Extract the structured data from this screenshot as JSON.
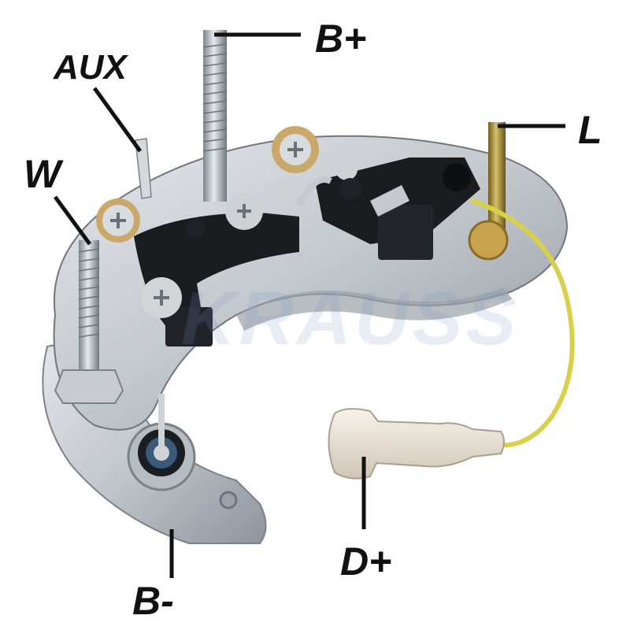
{
  "photo": {
    "subject": "alternator rectifier bridge",
    "colors": {
      "metal_plate": "#c7cbd0",
      "metal_shadow": "#8a9096",
      "black_insulator": "#1a1c20",
      "brass_stud": "#b49a3a",
      "yellow_wire": "#d8d04a",
      "connector": "#ece6da",
      "leader_line": "#111111"
    }
  },
  "watermark": {
    "text": "KRAUSS"
  },
  "labels": {
    "b_plus": "B+",
    "aux": "AUX",
    "l": "L",
    "w": "W",
    "d_plus": "D+",
    "b_minus": "B-"
  }
}
